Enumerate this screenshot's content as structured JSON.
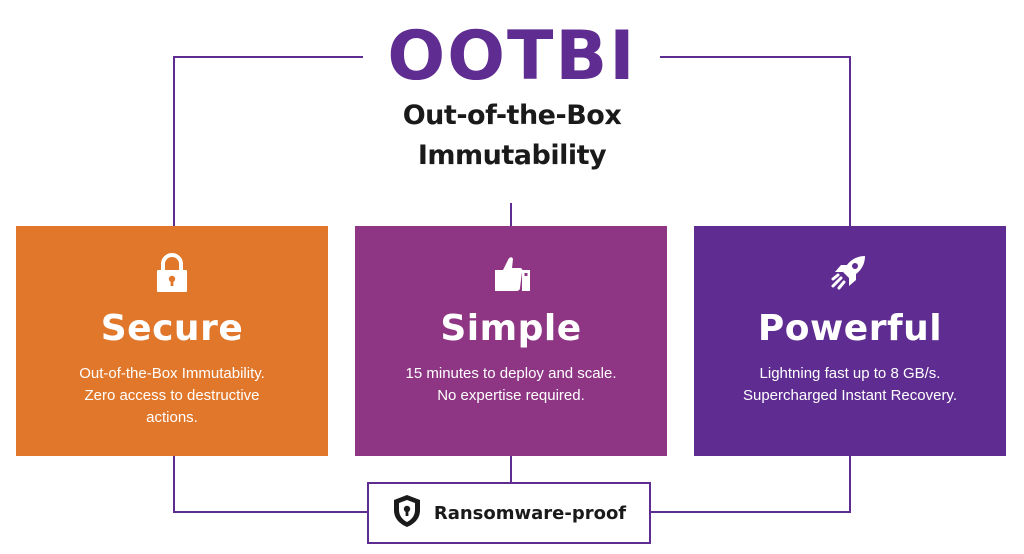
{
  "header": {
    "brand": "OOTBI",
    "tagline_line1": "Out-of-the-Box",
    "tagline_line2": "Immutability"
  },
  "cards": [
    {
      "title": "Secure",
      "icon": "lock-icon",
      "color": "#e0772b",
      "lines": [
        "Out-of-the-Box Immutability.",
        "Zero access to destructive",
        "actions."
      ]
    },
    {
      "title": "Simple",
      "icon": "thumbs-up-icon",
      "color": "#8e3684",
      "lines": [
        "15 minutes to deploy and scale.",
        "No expertise required."
      ]
    },
    {
      "title": "Powerful",
      "icon": "rocket-icon",
      "color": "#5f2d91",
      "lines": [
        "Lightning fast up to 8 GB/s.",
        "Supercharged Instant Recovery."
      ]
    }
  ],
  "footer": {
    "label": "Ransomware-proof",
    "icon": "shield-lock-icon"
  },
  "colors": {
    "brand_purple": "#5f2d91",
    "orange": "#e0772b",
    "magenta": "#8e3684",
    "text_dark": "#1a1a1a"
  }
}
